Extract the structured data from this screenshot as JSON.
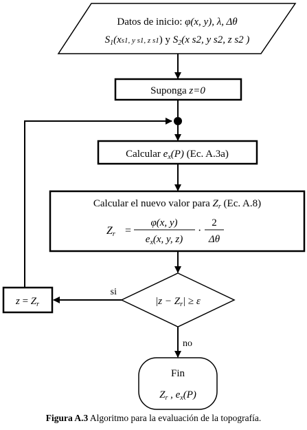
{
  "start": {
    "label": "Datos de inicio:",
    "vars": "φ(x, y),  λ,  Δθ",
    "s1_name": "S",
    "s1_sub": "1",
    "s1_coords": "(x",
    "s1_args": "s1, y s1, z s1",
    "sep": ") y",
    "s2_name": "S",
    "s2_sub": "2",
    "s2_coords": "(x s2, y s2, z s2 )"
  },
  "assume": {
    "text": "Suponga ",
    "expr": "z=0"
  },
  "calc1": {
    "text": "Calcular  ",
    "expr": "e",
    "sub": "x",
    "arg": "(P)",
    "ref": "(Ec. A.3a)"
  },
  "calc2": {
    "text": "Calcular el nuevo valor para ",
    "var": "Z",
    "var_sub": "r",
    "ref": "(Ec. A.8)",
    "lhs": "Z",
    "lhs_sub": "r",
    "eq": "=",
    "num": "φ(x, y)",
    "den": "e",
    "den_sub": "x",
    "den_args": "(x, y, z)",
    "dot": "·",
    "num2": "2",
    "den2": "Δθ"
  },
  "decision": {
    "expr": "|z − Z",
    "sub": "r",
    "rest": "| ≥ ε"
  },
  "update": {
    "lhs": "z",
    "eq": " = ",
    "rhs": "Z",
    "rhs_sub": "r"
  },
  "edges": {
    "yes": "si",
    "no": "no"
  },
  "end": {
    "title": "Fin",
    "var1": "Z",
    "var1_sub": "r",
    "sep": " , ",
    "var2": "e",
    "var2_sub": "x",
    "var2_arg": "(P)"
  },
  "caption": {
    "bold": "Figura A.3",
    "text": " Algoritmo para la evaluación de la topografía."
  },
  "colors": {
    "stroke": "#000000",
    "background": "#ffffff"
  }
}
